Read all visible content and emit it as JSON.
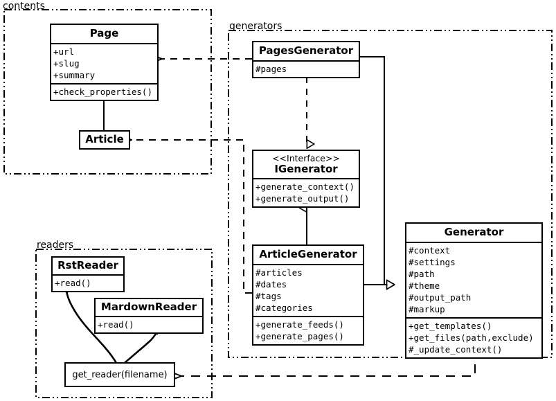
{
  "diagram": {
    "title": "Pelican architecture UML class diagram",
    "background": "#ffffff",
    "line_color": "#000000"
  },
  "packages": [
    {
      "id": "contents",
      "label": "contents"
    },
    {
      "id": "generators",
      "label": "generators"
    },
    {
      "id": "readers",
      "label": "readers"
    }
  ],
  "classes": {
    "page": {
      "name": "Page",
      "attributes": [
        "+url",
        "+slug",
        "+summary"
      ],
      "methods": [
        "+check_properties()"
      ]
    },
    "article": {
      "name": "Article",
      "attributes": [],
      "methods": []
    },
    "pages_generator": {
      "name": "PagesGenerator",
      "attributes": [
        "#pages"
      ],
      "methods": []
    },
    "igenerator": {
      "stereotype": "<<Interface>>",
      "name": "IGenerator",
      "attributes": [],
      "methods": [
        "+generate_context()",
        "+generate_output()"
      ]
    },
    "article_generator": {
      "name": "ArticleGenerator",
      "attributes": [
        "#articles",
        "#dates",
        "#tags",
        "#categories"
      ],
      "methods": [
        "+generate_feeds()",
        "+generate_pages()"
      ]
    },
    "generator": {
      "name": "Generator",
      "attributes": [
        "#context",
        "#settings",
        "#path",
        "#theme",
        "#output_path",
        "#markup"
      ],
      "methods": [
        "+get_templates()",
        "+get_files(path,exclude)",
        "#_update_context()"
      ]
    },
    "rst_reader": {
      "name": "RstReader",
      "attributes": [],
      "methods": [
        "+read()"
      ]
    },
    "markdown_reader": {
      "name": "MardownReader",
      "attributes": [],
      "methods": [
        "+read()"
      ]
    },
    "get_reader": {
      "name": "get_reader(filename)"
    }
  },
  "relationships": [
    {
      "id": "article-inherits-page",
      "type": "generalization",
      "from": "Article",
      "to": "Page"
    },
    {
      "id": "pagesgenerator-realizes-igenerator",
      "type": "realization",
      "from": "PagesGenerator",
      "to": "IGenerator"
    },
    {
      "id": "articlegenerator-realizes-igenerator",
      "type": "generalization",
      "from": "ArticleGenerator",
      "to": "IGenerator"
    },
    {
      "id": "pagesgenerator-uses-page",
      "type": "dependency",
      "from": "PagesGenerator",
      "to": "Page"
    },
    {
      "id": "articlegenerator-uses-article",
      "type": "dependency",
      "from": "ArticleGenerator",
      "to": "Article"
    },
    {
      "id": "pagesgenerator-extends-generator",
      "type": "generalization",
      "from": "PagesGenerator",
      "to": "Generator"
    },
    {
      "id": "articlegenerator-extends-generator",
      "type": "generalization",
      "from": "ArticleGenerator",
      "to": "Generator"
    },
    {
      "id": "generator-uses-get-reader",
      "type": "dependency",
      "from": "Generator",
      "to": "get_reader(filename)"
    },
    {
      "id": "get-reader-returns-rstreader",
      "type": "return",
      "from": "get_reader(filename)",
      "to": "RstReader"
    },
    {
      "id": "get-reader-returns-markdownreader",
      "type": "return",
      "from": "get_reader(filename)",
      "to": "MardownReader"
    }
  ]
}
